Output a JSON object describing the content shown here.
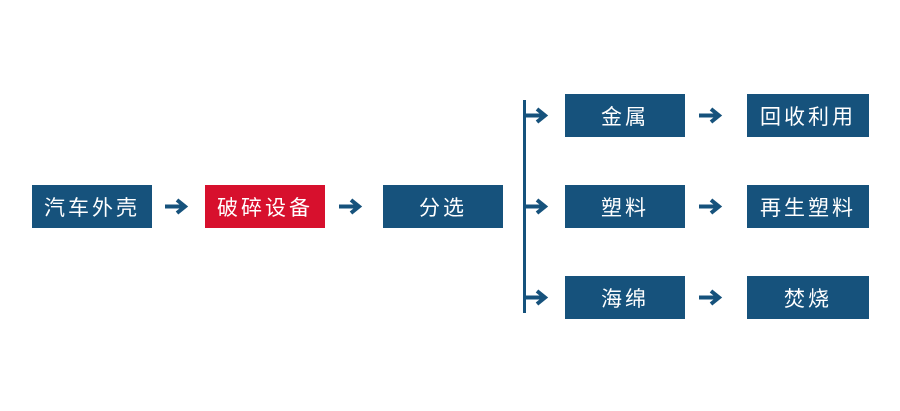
{
  "colors": {
    "primary": "#16527C",
    "highlight": "#D7102D",
    "text": "#FFFFFF",
    "background": "#FFFFFF"
  },
  "flow": {
    "main": [
      {
        "label": "汽车外壳",
        "variant": "blue"
      },
      {
        "label": "破碎设备",
        "variant": "red"
      },
      {
        "label": "分选",
        "variant": "blue"
      }
    ],
    "branches": [
      {
        "source": "金属",
        "result": "回收利用"
      },
      {
        "source": "塑料",
        "result": "再生塑料"
      },
      {
        "source": "海绵",
        "result": "焚烧"
      }
    ]
  },
  "icons": {
    "arrow": "right-arrow"
  }
}
